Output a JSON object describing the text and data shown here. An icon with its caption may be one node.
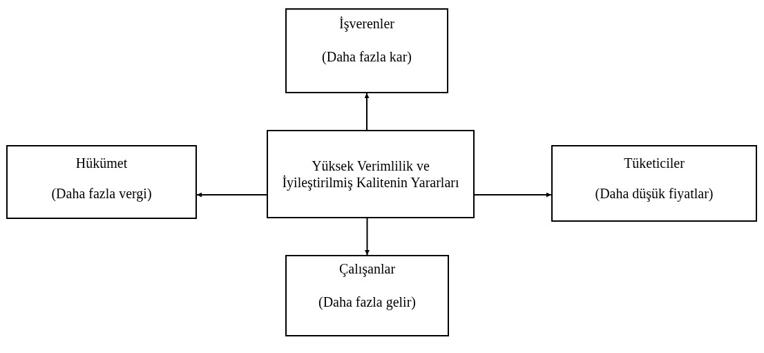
{
  "diagram": {
    "nodes": [
      {
        "text": [
          "Yüksek Verimlilik ve İyileştirilmiş Kalitenin Yararları"
        ]
      },
      {
        "text": [
          "İşverenler",
          "(Daha fazla kar)"
        ]
      },
      {
        "text": [
          "Hükümet",
          "(Daha fazla vergi)"
        ]
      },
      {
        "text": [
          "Tüketiciler",
          "(Daha düşük fiyatlar)"
        ]
      },
      {
        "text": [
          "Çalışanlar",
          "(Daha fazla gelir)"
        ]
      }
    ],
    "edges": [
      {
        "from": 0,
        "to": 1,
        "arrow": "to"
      },
      {
        "from": 0,
        "to": 2,
        "arrow": "to"
      },
      {
        "from": 0,
        "to": 3,
        "arrow": "to"
      },
      {
        "from": 0,
        "to": 4,
        "arrow": "to"
      }
    ]
  }
}
